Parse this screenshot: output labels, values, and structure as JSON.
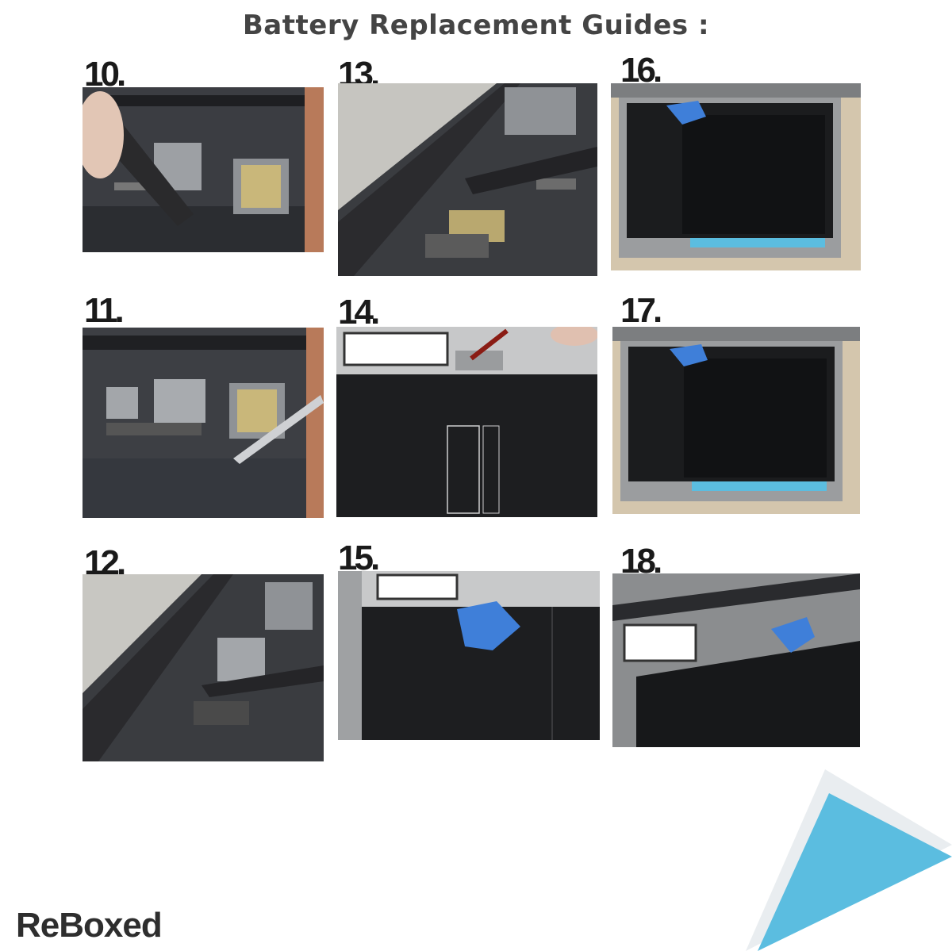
{
  "title": "Battery Replacement Guides :",
  "steps": [
    {
      "number": "10.",
      "subject": "board-tweezers"
    },
    {
      "number": "11.",
      "subject": "board-tweezers"
    },
    {
      "number": "12.",
      "subject": "board-pry"
    },
    {
      "number": "13.",
      "subject": "board-pry"
    },
    {
      "number": "14.",
      "subject": "battery-screw"
    },
    {
      "number": "15.",
      "subject": "battery-pick"
    },
    {
      "number": "16.",
      "subject": "battery-pick"
    },
    {
      "number": "17.",
      "subject": "battery-pick"
    },
    {
      "number": "18.",
      "subject": "battery-pick"
    }
  ],
  "brand": "ReBoxed",
  "colors": {
    "title": "#444444",
    "pick": "#3f7fd9",
    "corner_fold": "#5bbde0"
  }
}
